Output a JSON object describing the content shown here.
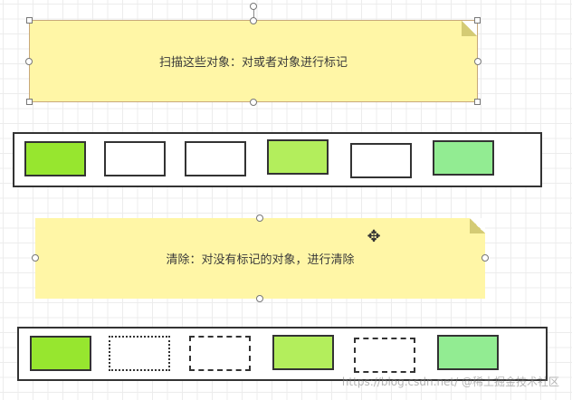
{
  "canvas": {
    "background": "#ffffff",
    "grid_color": "#ececec"
  },
  "notes": [
    {
      "id": "mark-note",
      "text": "扫描这些对象：对或者对象进行标记",
      "selected": true
    },
    {
      "id": "sweep-note",
      "text": "清除：对没有标记的对象，进行清除",
      "selected": false
    }
  ],
  "rows": [
    {
      "name": "before-sweep",
      "objects": [
        {
          "fill": "#97e62f",
          "style": "solid"
        },
        {
          "fill": "#ffffff",
          "style": "solid"
        },
        {
          "fill": "#ffffff",
          "style": "solid"
        },
        {
          "fill": "#b3ee5c",
          "style": "solid"
        },
        {
          "fill": "#ffffff",
          "style": "solid"
        },
        {
          "fill": "#92ec92",
          "style": "solid"
        }
      ]
    },
    {
      "name": "after-sweep",
      "objects": [
        {
          "fill": "#97e62f",
          "style": "solid"
        },
        {
          "fill": "#ffffff",
          "style": "dotted"
        },
        {
          "fill": "#ffffff",
          "style": "dash-dot"
        },
        {
          "fill": "#b3ee5c",
          "style": "solid"
        },
        {
          "fill": "#ffffff",
          "style": "dash-dot"
        },
        {
          "fill": "#92ec92",
          "style": "solid"
        }
      ]
    }
  ],
  "cursor": {
    "icon": "move-cursor-icon",
    "glyph": "✥"
  },
  "watermark": "https://blog.csdn.net/ @稀土掘金技术社区"
}
